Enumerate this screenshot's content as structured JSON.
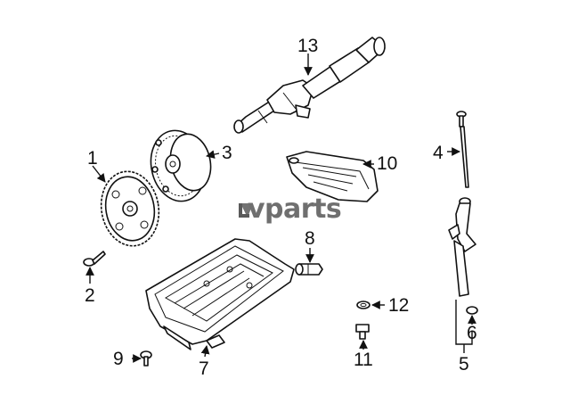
{
  "watermark": {
    "text": "vparts",
    "icon": "lv-logo-icon"
  },
  "callouts": {
    "c1": "1",
    "c2": "2",
    "c3": "3",
    "c4": "4",
    "c5": "5",
    "c6": "6",
    "c7": "7",
    "c8": "8",
    "c9": "9",
    "c10": "10",
    "c11": "11",
    "c12": "12",
    "c13": "13"
  },
  "colors": {
    "ink": "#111111",
    "watermark": "#6f6f6f",
    "background": "#ffffff"
  }
}
